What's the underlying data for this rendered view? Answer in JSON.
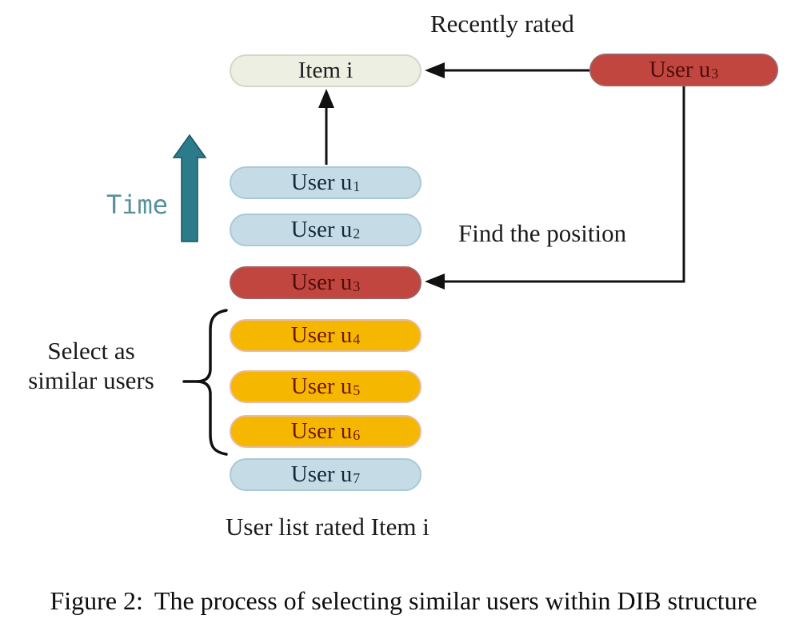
{
  "figure": {
    "caption_prefix": "Figure 2:",
    "caption_text": "The process of selecting similar users within DIB structure"
  },
  "diagram": {
    "labels": {
      "recently_rated": "Recently rated",
      "find_the_position": "Find the position",
      "time": "Time",
      "select_as_line1": "Select as",
      "select_as_line2": "similar users",
      "user_list_caption": "User list rated Item i"
    },
    "item_node": {
      "label": "Item i"
    },
    "recent_user_node": {
      "label": "User u",
      "sub": "3"
    },
    "users": [
      {
        "label": "User u",
        "sub": "1",
        "color_key": "blue_fill"
      },
      {
        "label": "User u",
        "sub": "2",
        "color_key": "blue_fill"
      },
      {
        "label": "User u",
        "sub": "3",
        "color_key": "red_fill"
      },
      {
        "label": "User u",
        "sub": "4",
        "color_key": "yellow_fill"
      },
      {
        "label": "User u",
        "sub": "5",
        "color_key": "yellow_fill"
      },
      {
        "label": "User u",
        "sub": "6",
        "color_key": "yellow_fill"
      },
      {
        "label": "User u",
        "sub": "7",
        "color_key": "blue_fill"
      }
    ],
    "colors": {
      "item_fill": "#ecefe2",
      "blue_fill": "#c5dce6",
      "red_fill": "#c0463f",
      "yellow_fill": "#f6b701",
      "time_arrow": "#2b7b8b",
      "line_color": "#111111"
    }
  }
}
